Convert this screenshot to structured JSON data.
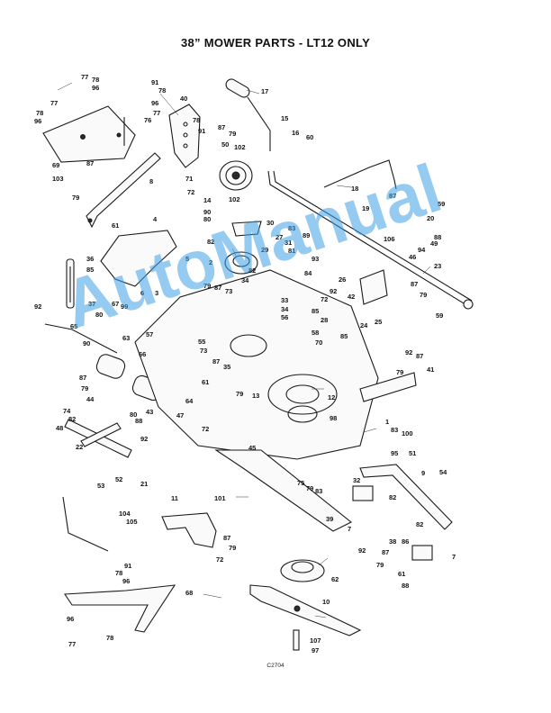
{
  "title": "38” MOWER PARTS - LT12 ONLY",
  "figure_code": "C2704",
  "watermark": "AutoManual",
  "callouts": [
    {
      "id": "c1",
      "text": "77"
    },
    {
      "id": "c2",
      "text": "78"
    },
    {
      "id": "c3",
      "text": "96"
    },
    {
      "id": "c4",
      "text": "77"
    },
    {
      "id": "c5",
      "text": "78"
    },
    {
      "id": "c6",
      "text": "96"
    },
    {
      "id": "c7",
      "text": "69"
    },
    {
      "id": "c8",
      "text": "87"
    },
    {
      "id": "c9",
      "text": "103"
    },
    {
      "id": "c10",
      "text": "79"
    },
    {
      "id": "c11",
      "text": "8"
    },
    {
      "id": "c12",
      "text": "61"
    },
    {
      "id": "c13",
      "text": "91"
    },
    {
      "id": "c14",
      "text": "78"
    },
    {
      "id": "c15",
      "text": "96"
    },
    {
      "id": "c16",
      "text": "77"
    },
    {
      "id": "c17",
      "text": "76"
    },
    {
      "id": "c18",
      "text": "40"
    },
    {
      "id": "c19",
      "text": "78"
    },
    {
      "id": "c20",
      "text": "91"
    },
    {
      "id": "c21",
      "text": "87"
    },
    {
      "id": "c22",
      "text": "79"
    },
    {
      "id": "c23",
      "text": "50"
    },
    {
      "id": "c24",
      "text": "102"
    },
    {
      "id": "c25",
      "text": "71"
    },
    {
      "id": "c26",
      "text": "72"
    },
    {
      "id": "c27",
      "text": "14"
    },
    {
      "id": "c28",
      "text": "102"
    },
    {
      "id": "c29",
      "text": "17"
    },
    {
      "id": "c30",
      "text": "15"
    },
    {
      "id": "c31",
      "text": "16"
    },
    {
      "id": "c32",
      "text": "60"
    },
    {
      "id": "c33",
      "text": "18"
    },
    {
      "id": "c34",
      "text": "87"
    },
    {
      "id": "c35",
      "text": "59"
    },
    {
      "id": "c36",
      "text": "19"
    },
    {
      "id": "c37",
      "text": "20"
    },
    {
      "id": "c38",
      "text": "88"
    },
    {
      "id": "c39",
      "text": "49"
    },
    {
      "id": "c40",
      "text": "94"
    },
    {
      "id": "c41",
      "text": "106"
    },
    {
      "id": "c42",
      "text": "46"
    },
    {
      "id": "c43",
      "text": "23"
    },
    {
      "id": "c44",
      "text": "4"
    },
    {
      "id": "c45",
      "text": "90"
    },
    {
      "id": "c46",
      "text": "80"
    },
    {
      "id": "c47",
      "text": "30"
    },
    {
      "id": "c48",
      "text": "82"
    },
    {
      "id": "c49",
      "text": "29"
    },
    {
      "id": "c50",
      "text": "83"
    },
    {
      "id": "c51",
      "text": "27"
    },
    {
      "id": "c52",
      "text": "31"
    },
    {
      "id": "c53",
      "text": "89"
    },
    {
      "id": "c54",
      "text": "93"
    },
    {
      "id": "c55",
      "text": "81"
    },
    {
      "id": "c56",
      "text": "36"
    },
    {
      "id": "c57",
      "text": "85"
    },
    {
      "id": "c58",
      "text": "5"
    },
    {
      "id": "c59",
      "text": "2"
    },
    {
      "id": "c60",
      "text": "82"
    },
    {
      "id": "c61",
      "text": "84"
    },
    {
      "id": "c62",
      "text": "26"
    },
    {
      "id": "c63",
      "text": "34"
    },
    {
      "id": "c64",
      "text": "92"
    },
    {
      "id": "c65",
      "text": "72"
    },
    {
      "id": "c66",
      "text": "42"
    },
    {
      "id": "c67",
      "text": "87"
    },
    {
      "id": "c68",
      "text": "79"
    },
    {
      "id": "c69",
      "text": "25"
    },
    {
      "id": "c70",
      "text": "59"
    },
    {
      "id": "c71",
      "text": "92"
    },
    {
      "id": "c72",
      "text": "37"
    },
    {
      "id": "c73",
      "text": "65"
    },
    {
      "id": "c74",
      "text": "67"
    },
    {
      "id": "c75",
      "text": "80"
    },
    {
      "id": "c76",
      "text": "99"
    },
    {
      "id": "c77",
      "text": "6"
    },
    {
      "id": "c78",
      "text": "3"
    },
    {
      "id": "c79",
      "text": "79"
    },
    {
      "id": "c80",
      "text": "87"
    },
    {
      "id": "c81",
      "text": "73"
    },
    {
      "id": "c82",
      "text": "33"
    },
    {
      "id": "c83",
      "text": "34"
    },
    {
      "id": "c84",
      "text": "56"
    },
    {
      "id": "c85",
      "text": "85"
    },
    {
      "id": "c86",
      "text": "28"
    },
    {
      "id": "c87",
      "text": "90"
    },
    {
      "id": "c88",
      "text": "63"
    },
    {
      "id": "c89",
      "text": "57"
    },
    {
      "id": "c90",
      "text": "55"
    },
    {
      "id": "c91",
      "text": "73"
    },
    {
      "id": "c92",
      "text": "58"
    },
    {
      "id": "c93",
      "text": "70"
    },
    {
      "id": "c94",
      "text": "85"
    },
    {
      "id": "c95",
      "text": "24"
    },
    {
      "id": "c96",
      "text": "92"
    },
    {
      "id": "c97",
      "text": "87"
    },
    {
      "id": "c98",
      "text": "79"
    },
    {
      "id": "c99",
      "text": "41"
    },
    {
      "id": "c100",
      "text": "66"
    },
    {
      "id": "c101",
      "text": "87"
    },
    {
      "id": "c102",
      "text": "79"
    },
    {
      "id": "c103",
      "text": "44"
    },
    {
      "id": "c104",
      "text": "74"
    },
    {
      "id": "c105",
      "text": "82"
    },
    {
      "id": "c106",
      "text": "48"
    },
    {
      "id": "c107",
      "text": "80"
    },
    {
      "id": "c108",
      "text": "88"
    },
    {
      "id": "c109",
      "text": "43"
    },
    {
      "id": "c110",
      "text": "64"
    },
    {
      "id": "c111",
      "text": "47"
    },
    {
      "id": "c112",
      "text": "87"
    },
    {
      "id": "c113",
      "text": "35"
    },
    {
      "id": "c114",
      "text": "61"
    },
    {
      "id": "c115",
      "text": "79"
    },
    {
      "id": "c116",
      "text": "13"
    },
    {
      "id": "c117",
      "text": "12"
    },
    {
      "id": "c118",
      "text": "1"
    },
    {
      "id": "c119",
      "text": "98"
    },
    {
      "id": "c120",
      "text": "83"
    },
    {
      "id": "c121",
      "text": "100"
    },
    {
      "id": "c122",
      "text": "95"
    },
    {
      "id": "c123",
      "text": "51"
    },
    {
      "id": "c124",
      "text": "72"
    },
    {
      "id": "c125",
      "text": "22"
    },
    {
      "id": "c126",
      "text": "92"
    },
    {
      "id": "c127",
      "text": "21"
    },
    {
      "id": "c128",
      "text": "45"
    },
    {
      "id": "c129",
      "text": "53"
    },
    {
      "id": "c130",
      "text": "52"
    },
    {
      "id": "c131",
      "text": "9"
    },
    {
      "id": "c132",
      "text": "54"
    },
    {
      "id": "c133",
      "text": "75"
    },
    {
      "id": "c134",
      "text": "79"
    },
    {
      "id": "c135",
      "text": "83"
    },
    {
      "id": "c136",
      "text": "32"
    },
    {
      "id": "c137",
      "text": "82"
    },
    {
      "id": "c138",
      "text": "101"
    },
    {
      "id": "c139",
      "text": "39"
    },
    {
      "id": "c140",
      "text": "7"
    },
    {
      "id": "c141",
      "text": "11"
    },
    {
      "id": "c142",
      "text": "104"
    },
    {
      "id": "c143",
      "text": "105"
    },
    {
      "id": "c144",
      "text": "87"
    },
    {
      "id": "c145",
      "text": "79"
    },
    {
      "id": "c146",
      "text": "72"
    },
    {
      "id": "c147",
      "text": "38"
    },
    {
      "id": "c148",
      "text": "86"
    },
    {
      "id": "c149",
      "text": "82"
    },
    {
      "id": "c150",
      "text": "92"
    },
    {
      "id": "c151",
      "text": "87"
    },
    {
      "id": "c152",
      "text": "79"
    },
    {
      "id": "c153",
      "text": "7"
    },
    {
      "id": "c154",
      "text": "61"
    },
    {
      "id": "c155",
      "text": "88"
    },
    {
      "id": "c156",
      "text": "91"
    },
    {
      "id": "c157",
      "text": "78"
    },
    {
      "id": "c158",
      "text": "96"
    },
    {
      "id": "c159",
      "text": "62"
    },
    {
      "id": "c160",
      "text": "68"
    },
    {
      "id": "c161",
      "text": "10"
    },
    {
      "id": "c162",
      "text": "96"
    },
    {
      "id": "c163",
      "text": "78"
    },
    {
      "id": "c164",
      "text": "77"
    },
    {
      "id": "c165",
      "text": "107"
    },
    {
      "id": "c166",
      "text": "97"
    }
  ]
}
